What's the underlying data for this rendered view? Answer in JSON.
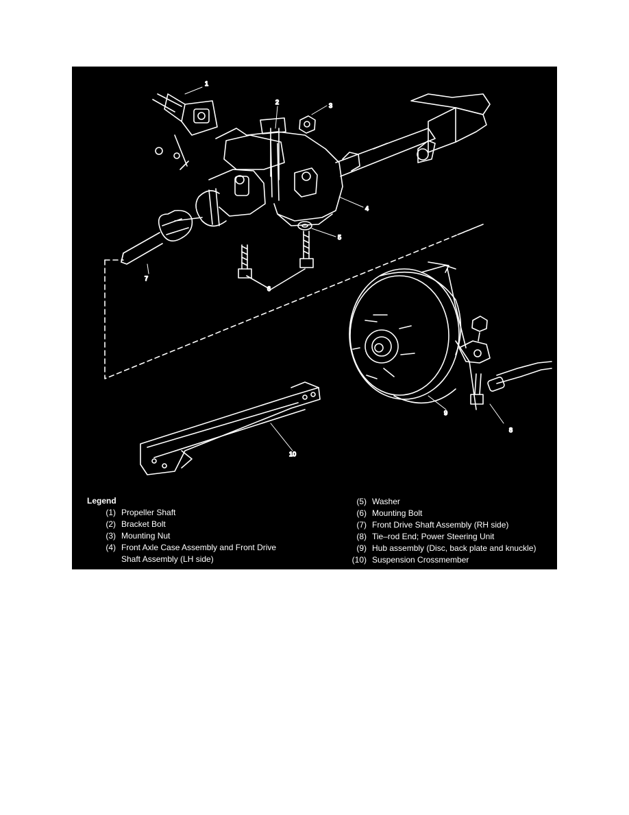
{
  "callouts": [
    "1",
    "2",
    "3",
    "4",
    "5",
    "6",
    "7",
    "8",
    "9",
    "10"
  ],
  "legend": {
    "title": "Legend",
    "left": [
      {
        "num": "(1)",
        "label": "Propeller Shaft"
      },
      {
        "num": "(2)",
        "label": "Bracket Bolt"
      },
      {
        "num": "(3)",
        "label": "Mounting Nut"
      },
      {
        "num": "(4)",
        "label": "Front Axle Case Assembly and Front Drive\nShaft Assembly (LH side)"
      }
    ],
    "right": [
      {
        "num": "(5)",
        "label": "Washer"
      },
      {
        "num": "(6)",
        "label": "Mounting Bolt"
      },
      {
        "num": "(7)",
        "label": "Front Drive Shaft Assembly (RH side)"
      },
      {
        "num": "(8)",
        "label": "Tie–rod End; Power Steering Unit"
      },
      {
        "num": "(9)",
        "label": "Hub assembly (Disc, back plate and knuckle)"
      },
      {
        "num": "(10)",
        "label": "Suspension Crossmember"
      }
    ]
  },
  "colors": {
    "background": "#000000",
    "linework": "#ffffff"
  }
}
